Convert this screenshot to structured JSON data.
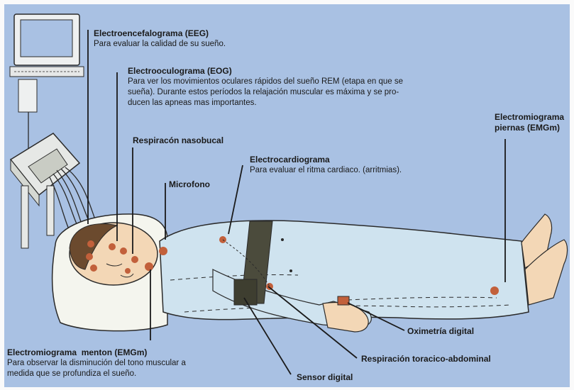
{
  "labels": {
    "eeg": {
      "title": "Electroencefalograma (EEG)",
      "desc": "Para evaluar la calidad de su sueño."
    },
    "eog": {
      "title": "Electrooculograma (EOG)",
      "desc_1": "Para ver los movimientos oculares rápidos del sueño REM (etapa en que se",
      "desc_2": "sueña). Durante estos períodos la relajación muscular es máxima y se pro-",
      "desc_3": "ducen las apneas mas importantes."
    },
    "resp_nasal": {
      "title": "Respiracón nasobucal"
    },
    "microfono": {
      "title": "Microfono"
    },
    "ecg": {
      "title": "Electrocardiograma",
      "desc": "Para evaluar el ritma cardiaco. (arritmias)."
    },
    "emg_piernas": {
      "title_1": "Electromiograma",
      "title_2": "piernas (EMGm)"
    },
    "emg_menton": {
      "title": "Electromiograma  menton (EMGm)",
      "desc_1": "Para observar la disminución del tono muscular a",
      "desc_2": "medida que se profundiza el sueño."
    },
    "oximetria": {
      "title": "Oximetría digital"
    },
    "resp_toracico": {
      "title": "Respiración toracico-abdominal"
    },
    "sensor_digital": {
      "title": "Sensor digital"
    }
  },
  "colors": {
    "background": "#a9c1e3",
    "skin": "#f3d7b6",
    "pajamas": "#cfe3ef",
    "pillow": "#f4f5ee",
    "electrode": "#c2603b",
    "belt": "#4b4b3c"
  }
}
